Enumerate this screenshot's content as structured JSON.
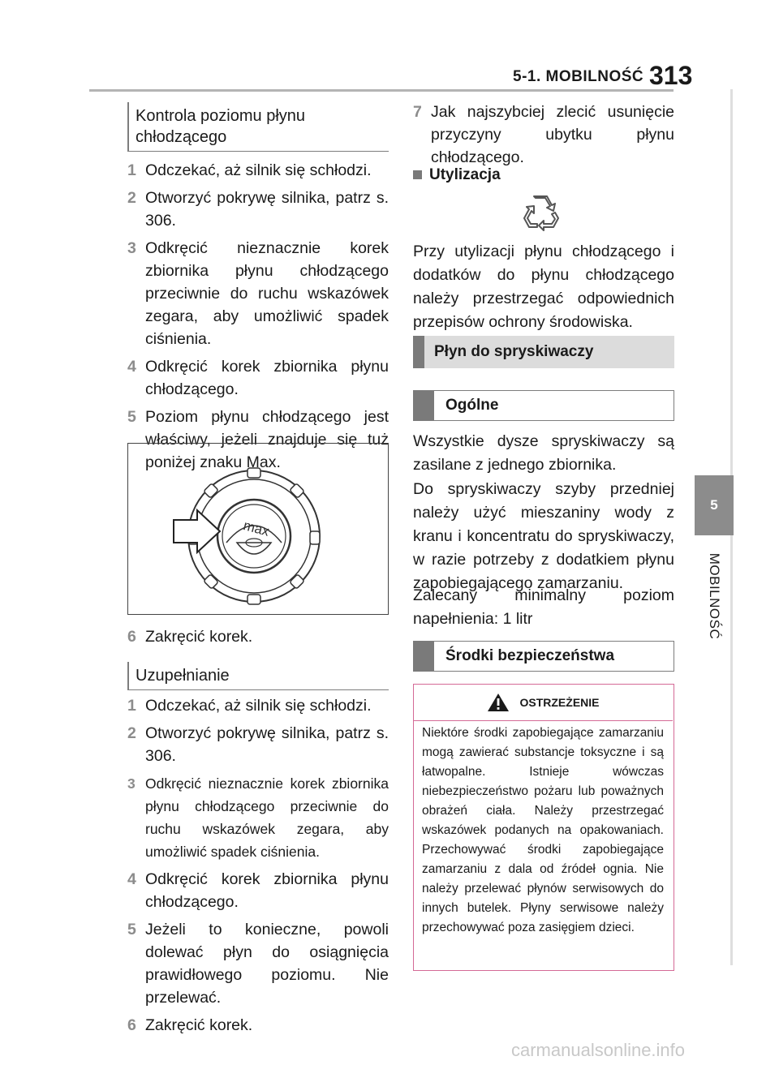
{
  "header": {
    "section": "5-1. MOBILNOŚĆ",
    "page_number": "313"
  },
  "side_tab": {
    "number": "5",
    "label": "MOBILNOŚĆ"
  },
  "left": {
    "subhead1": "Kontrola poziomu płynu chłodzącego",
    "steps1": [
      {
        "n": "1",
        "text": "Odczekać, aż silnik się schłodzi."
      },
      {
        "n": "2",
        "text": "Otworzyć pokrywę silnika, patrz s. 306."
      },
      {
        "n": "3",
        "text": "Odkręcić nieznacznie korek zbiornika płynu chłodzącego przeciwnie do ruchu wskazówek zegara, aby umożliwić spadek ciśnienia."
      },
      {
        "n": "4",
        "text": "Odkręcić korek zbiornika płynu chłodzącego."
      },
      {
        "n": "5",
        "text": "Poziom płynu chłodzącego jest właściwy, jeżeli znajduje się tuż poniżej znaku Max."
      }
    ],
    "figure_label": "max",
    "step6": {
      "n": "6",
      "text": "Zakręcić korek."
    },
    "subhead2": "Uzupełnianie",
    "steps2": [
      {
        "n": "1",
        "text": "Odczekać, aż silnik się schłodzi."
      },
      {
        "n": "2",
        "text": "Otworzyć pokrywę silnika, patrz s. 306."
      },
      {
        "n": "3",
        "text": "Odkręcić nieznacznie korek zbiornika płynu chłodzącego przeciwnie do ruchu wskazówek zegara, aby umożliwić spadek ciśnienia."
      },
      {
        "n": "4",
        "text": "Odkręcić korek zbiornika płynu chłodzącego."
      },
      {
        "n": "5",
        "text": "Jeżeli to konieczne, powoli dolewać płyn do osiągnięcia prawidłowego poziomu. Nie przelewać."
      },
      {
        "n": "6",
        "text": "Zakręcić korek."
      }
    ]
  },
  "right": {
    "step7": {
      "n": "7",
      "text": "Jak najszybciej zlecić usunięcie przyczyny ubytku płynu chłodzącego."
    },
    "disposal_head": "Utylizacja",
    "disposal_text": "Przy utylizacji płynu chłodzącego i dodatków do płynu chłodzącego należy przestrzegać odpowiednich przepisów ochrony środowiska.",
    "washer_head": "Płyn do spryskiwaczy",
    "general_head": "Ogólne",
    "para1": "Wszystkie dysze spryskiwaczy są zasilane z jednego zbiornika.",
    "para2": "Do spryskiwaczy szyby przedniej należy użyć mieszaniny wody z kranu i koncentratu do spryskiwaczy, w razie potrzeby z dodatkiem płynu zapobiegającego zamarzaniu.",
    "para3": "Zalecany minimalny poziom napełnienia: 1 litr",
    "safety_head": "Środki bezpieczeństwa",
    "warning_title": "OSTRZEŻENIE",
    "warning_text": "Niektóre środki zapobiegające zamarzaniu mogą zawierać substancje toksyczne i są łatwopalne. Istnieje wówczas niebezpieczeństwo pożaru lub poważnych obrażeń ciała. Należy przestrzegać wskazówek podanych na opakowaniach. Przechowywać środki zapobiegające zamarzaniu z dala od źródeł ognia. Nie należy przelewać płynów serwisowych do innych butelek. Płyny serwisowe należy przechowywać poza zasięgiem dzieci."
  },
  "watermark": "carmanualsonline.info",
  "colors": {
    "warning_border": "#d46a96",
    "tab_gray": "#8c8c8c",
    "accent_gray": "#7a7a7a"
  }
}
